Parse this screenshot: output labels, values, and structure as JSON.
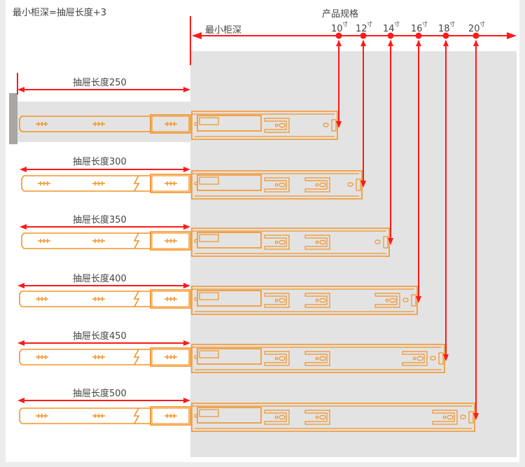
{
  "formula": "最小柜深=抽屉长度+3",
  "min_depth_label": "最小柜深",
  "spec_title": "产品规格",
  "unit_suffix": "寸",
  "sizes": [
    {
      "value": "10"
    },
    {
      "value": "12"
    },
    {
      "value": "14"
    },
    {
      "value": "16"
    },
    {
      "value": "18"
    },
    {
      "value": "20"
    }
  ],
  "rows": [
    {
      "label": "抽屉长度250",
      "drawer_length": 250,
      "size": "10",
      "break_mark": false,
      "middle_slots": 1
    },
    {
      "label": "抽屉长度300",
      "drawer_length": 300,
      "size": "12",
      "break_mark": true,
      "middle_slots": 2
    },
    {
      "label": "抽屉长度350",
      "drawer_length": 350,
      "size": "14",
      "break_mark": true,
      "middle_slots": 2
    },
    {
      "label": "抽屉长度400",
      "drawer_length": 400,
      "size": "16",
      "break_mark": true,
      "middle_slots": 3
    },
    {
      "label": "抽屉长度450",
      "drawer_length": 450,
      "size": "18",
      "break_mark": true,
      "middle_slots": 3
    },
    {
      "label": "抽屉长度500",
      "drawer_length": 500,
      "size": "20",
      "break_mark": true,
      "middle_slots": 3
    }
  ],
  "colors": {
    "rail": "#f39325",
    "dimension": "#ff1a1a",
    "cabinet_area": "#e3e3e3",
    "cabinet_wall": "#a9a5a2",
    "text": "#444444"
  }
}
